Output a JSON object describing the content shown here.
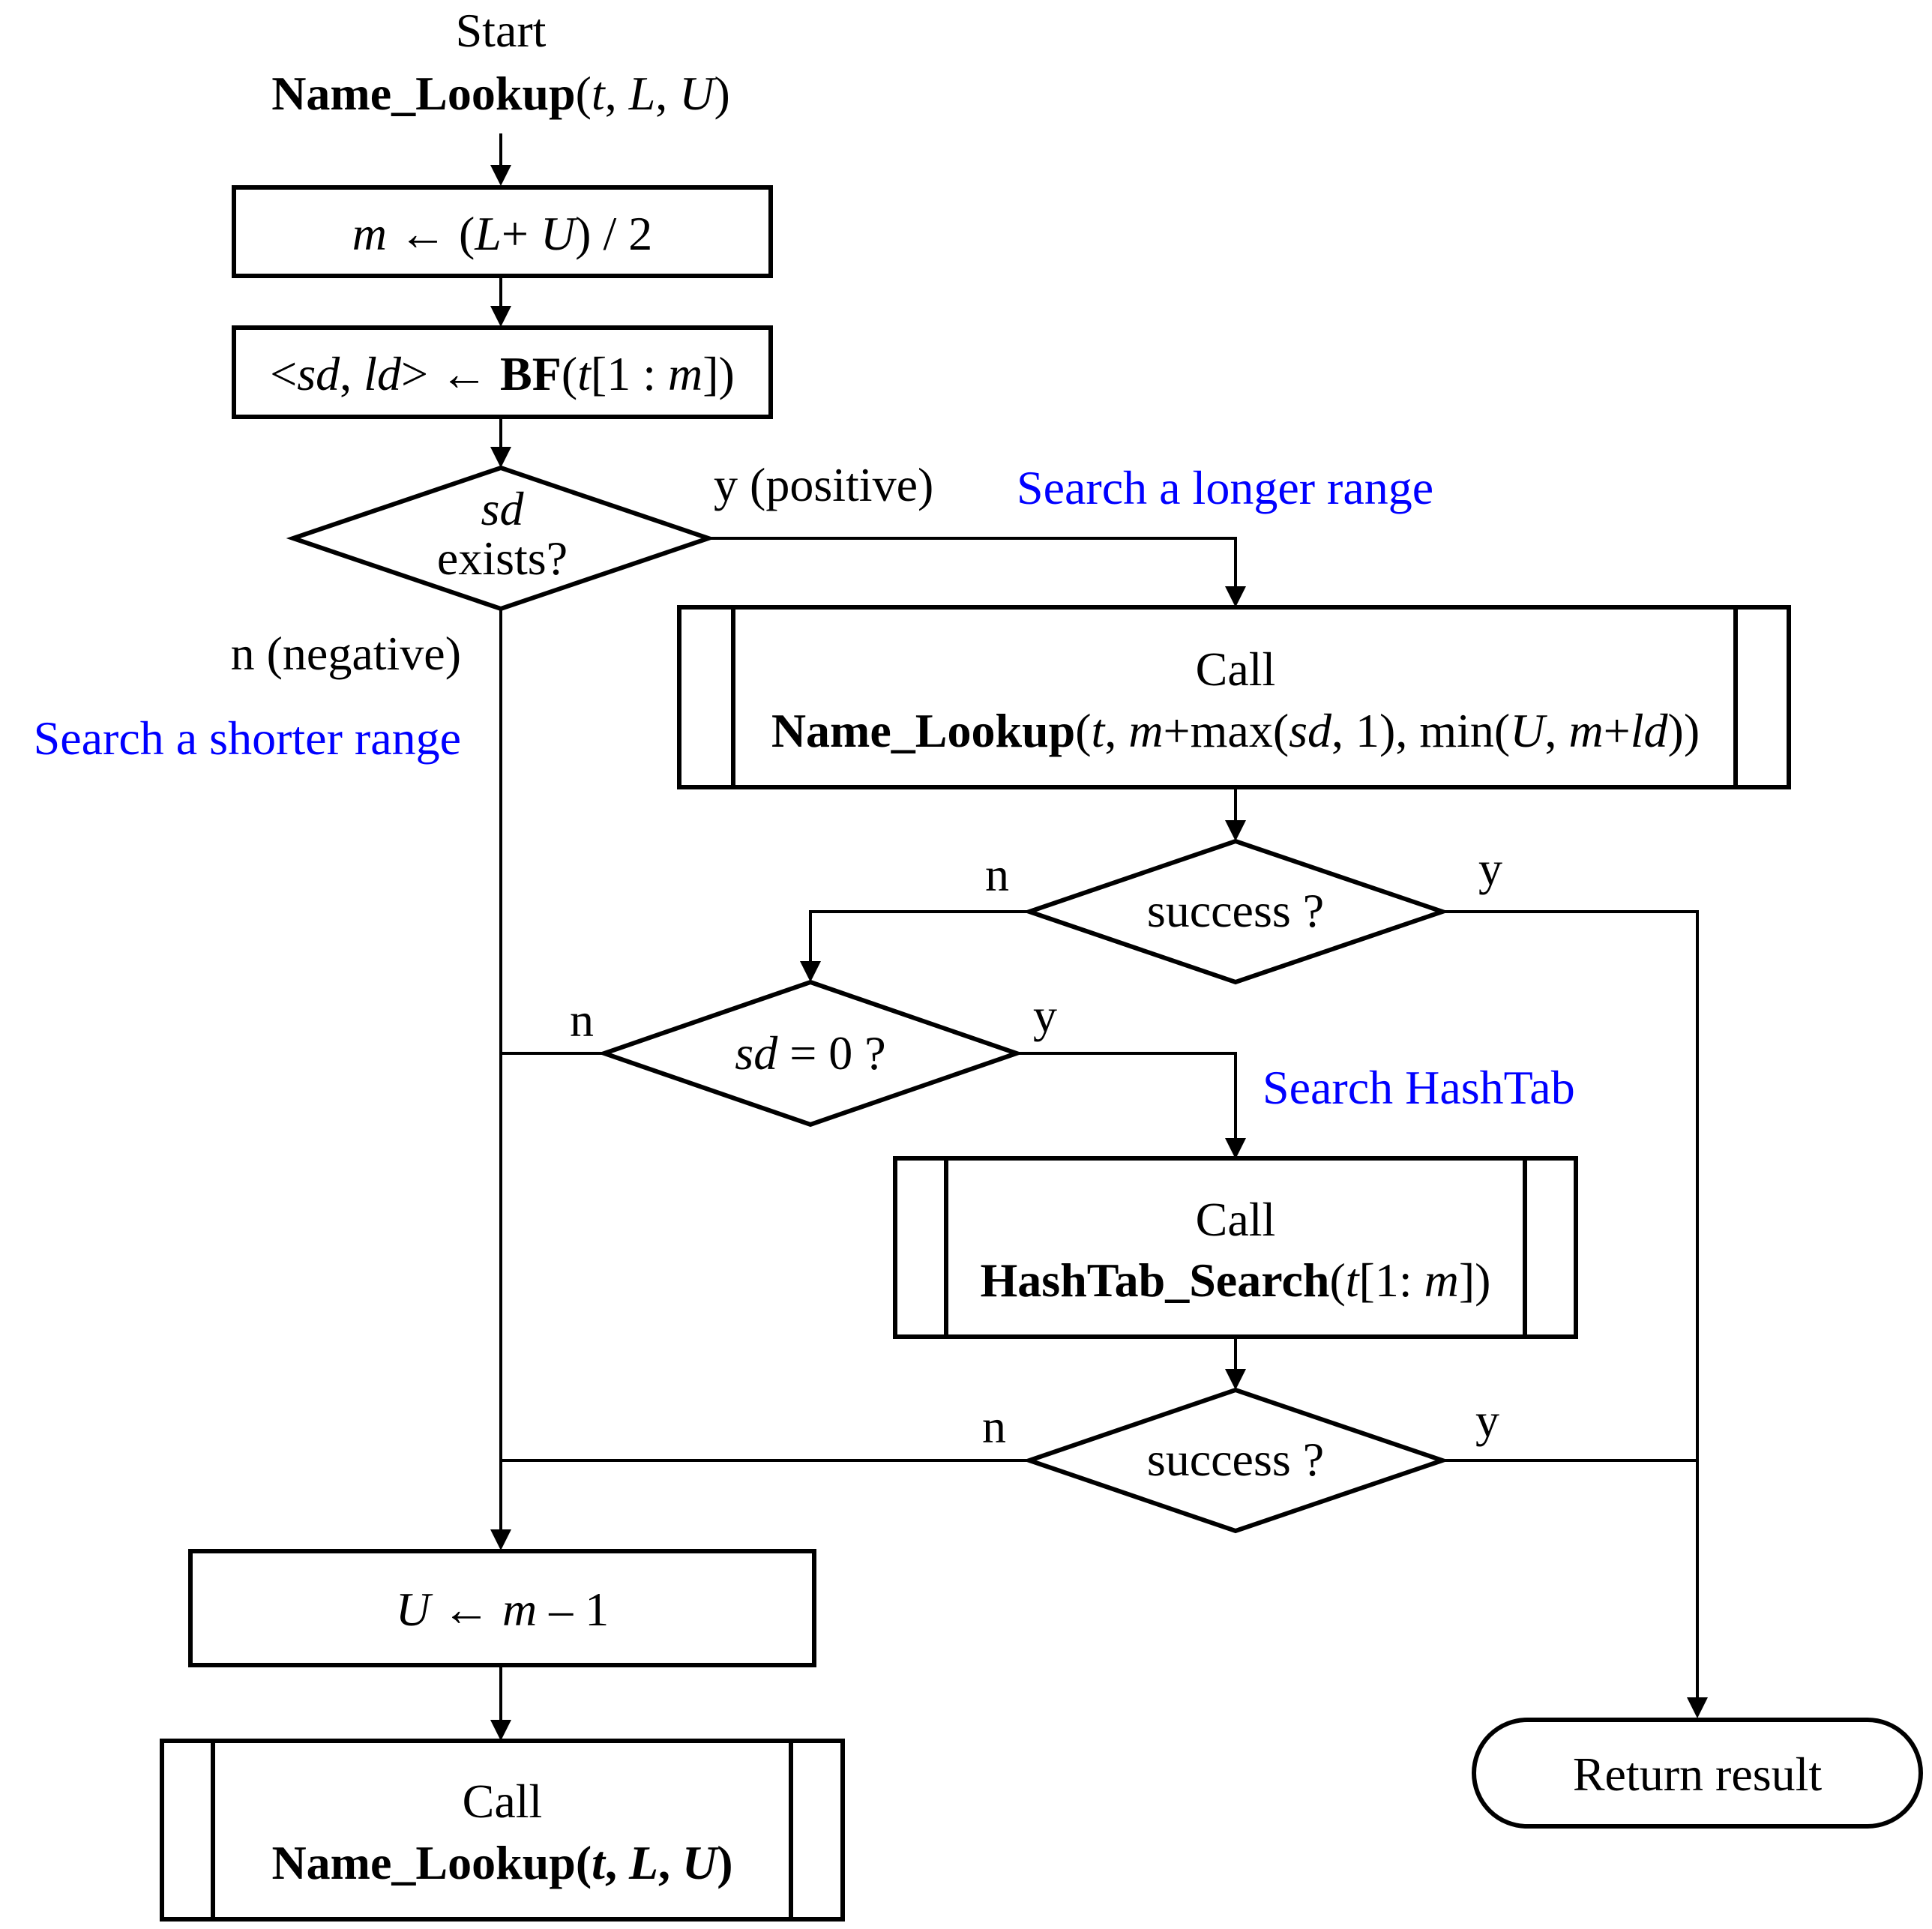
{
  "colors": {
    "annotation": "#0000ff",
    "stroke": "#000000"
  },
  "start": {
    "label": "Start",
    "func": "Name_Lookup",
    "args_open": "(",
    "a1": "t",
    "sep1": ", ",
    "a2": "L",
    "sep2": ", ",
    "a3": "U",
    "close": ")"
  },
  "step_mid": {
    "m": "m",
    "arrow": " ← (",
    "L": "L",
    "plus": "+ ",
    "U": "U",
    "tail": ") / 2"
  },
  "step_bf": {
    "lt": "<",
    "sd": "sd",
    "comma": ", ",
    "ld": "ld",
    "gt": "> ← ",
    "func": "BF",
    "open": "(",
    "t": "t",
    "mid": "[1 : ",
    "m": "m",
    "close": "])"
  },
  "decision_sd_exists": {
    "line1": "sd",
    "line2": "exists?",
    "yes": "y (positive)",
    "no": "n (negative)"
  },
  "annotations": {
    "longer": "Search a longer range",
    "shorter": "Search a shorter range",
    "hashtab": "Search HashTab"
  },
  "call_longer": {
    "line1": "Call",
    "func": "Name_Lookup",
    "open": "(",
    "t": "t",
    "c1": ", ",
    "m1": "m",
    "max": "+max(",
    "sd": "sd",
    "one": ", 1), min(",
    "U": "U",
    "c2": ", ",
    "m2": "m",
    "plus": "+",
    "ld": "ld",
    "close": "))"
  },
  "decision_success_1": {
    "label": "success ?",
    "no": "n",
    "yes": "y"
  },
  "decision_sd_zero": {
    "sd": "sd",
    "rest": " = 0 ?",
    "no": "n",
    "yes": "y"
  },
  "call_hashtab": {
    "line1": "Call",
    "func": "HashTab_Search",
    "open": "(",
    "t": "t",
    "mid": "[1: ",
    "m": "m",
    "close": "])"
  },
  "decision_success_2": {
    "label": "success ?",
    "no": "n",
    "yes": "y"
  },
  "step_upper": {
    "U": "U",
    "arrow": " ← ",
    "m": "m",
    "tail": " – 1"
  },
  "call_shorter": {
    "line1": "Call",
    "func": "Name_Lookup(",
    "t": "t",
    "c1": ", ",
    "L": "L",
    "c2": ", ",
    "U": "U",
    "close": ")"
  },
  "terminal": {
    "label": "Return result"
  }
}
